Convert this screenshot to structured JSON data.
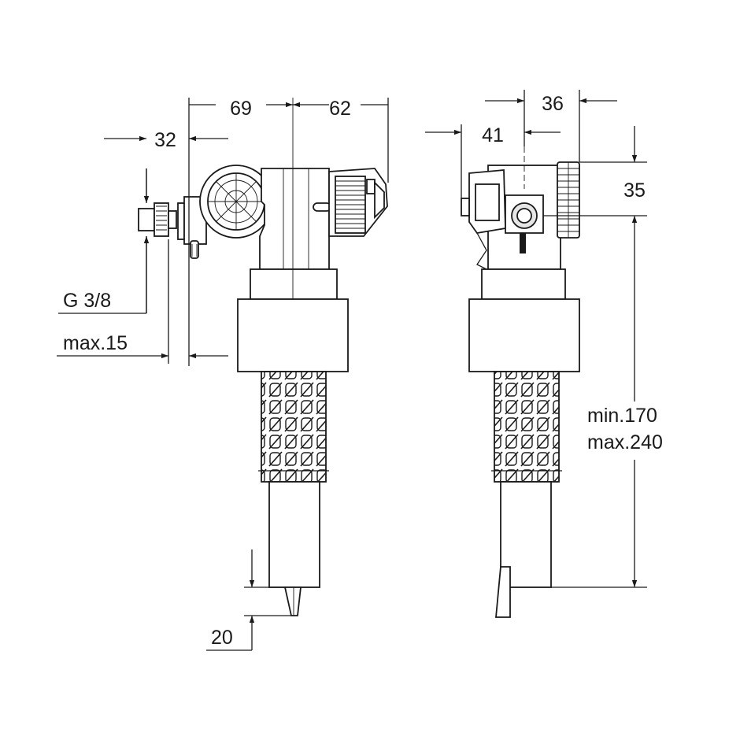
{
  "diagram": {
    "front_view": {
      "dim_width_left": "69",
      "dim_width_right": "62",
      "dim_inlet_offset": "32",
      "thread_label": "G 3/8",
      "wall_thickness_label": "max.15",
      "tip_label": "20"
    },
    "side_view": {
      "dim_top": "36",
      "dim_depth": "41",
      "dim_height_small": "35",
      "height_min": "min.170",
      "height_max": "max.240"
    }
  }
}
